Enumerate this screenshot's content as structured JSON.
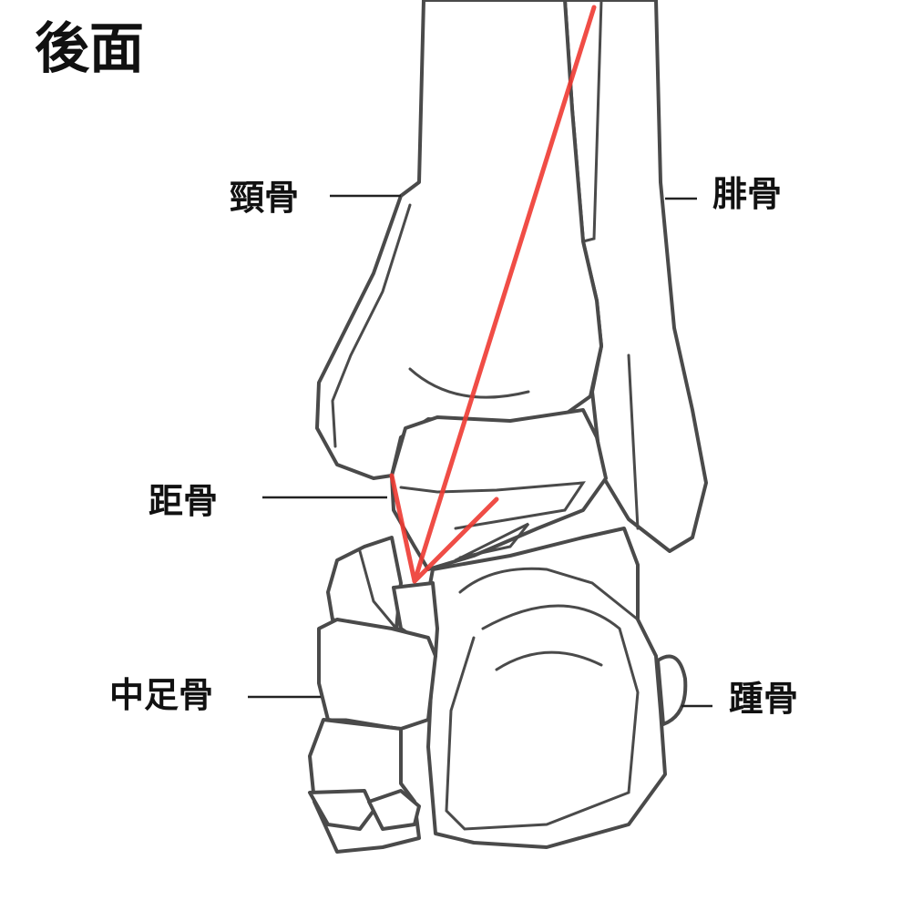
{
  "title": "後面",
  "labels": {
    "tibia": "頸骨",
    "fibula": "腓骨",
    "talus": "距骨",
    "metatarsal": "中足骨",
    "calcaneus": "踵骨"
  },
  "colors": {
    "arrow": "#ee3a32",
    "outline": "#4a4a4a"
  }
}
